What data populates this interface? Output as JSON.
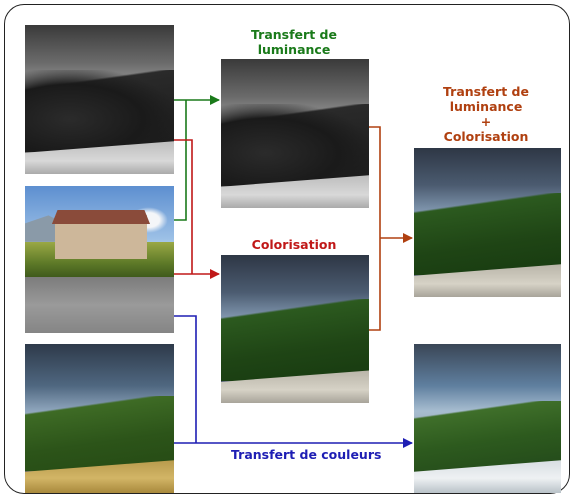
{
  "labels": {
    "luminance_line1": "Transfert de",
    "luminance_line2": "luminance",
    "colorisation": "Colorisation",
    "combined_line1": "Transfert de",
    "combined_line2": "luminance",
    "combined_line3": "+",
    "combined_line4": "Colorisation",
    "colour_transfer": "Transfert de couleurs"
  },
  "colors": {
    "green": "#1a7a1a",
    "red": "#c01818",
    "blue": "#1e1eb4",
    "orange": "#b04010"
  }
}
